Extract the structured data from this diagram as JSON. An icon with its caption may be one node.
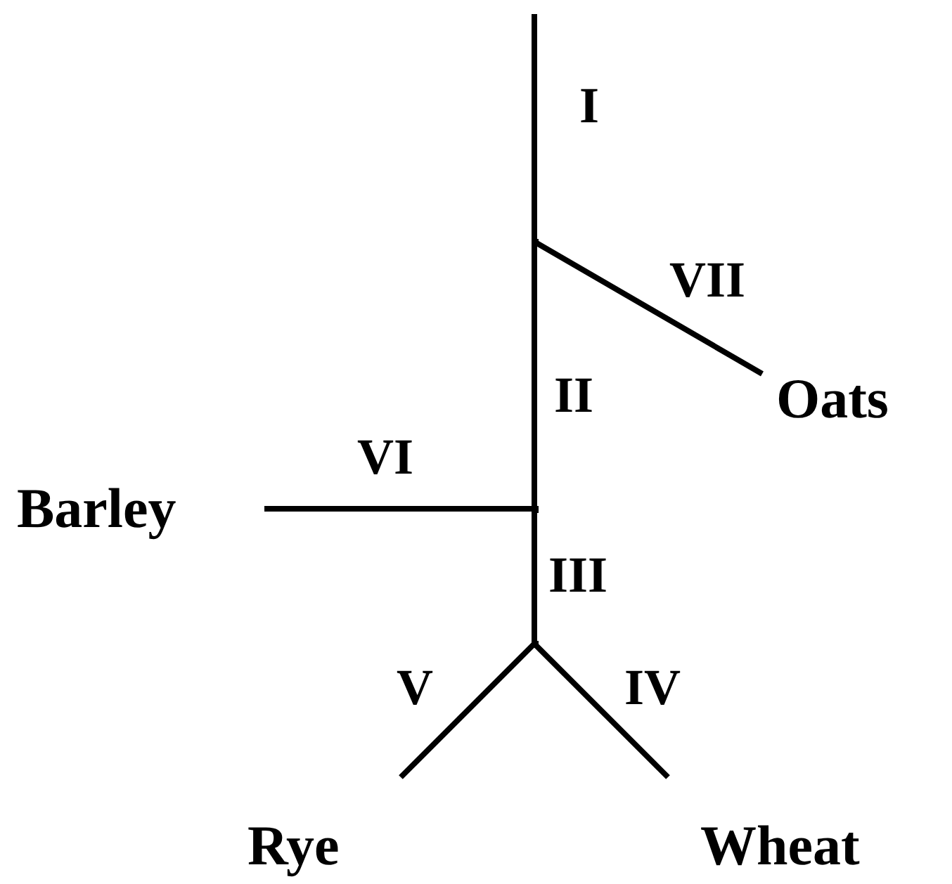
{
  "diagram": {
    "nodes": [
      {
        "text": [],
        "shape": "point"
      },
      {
        "text": [
          "Oats"
        ]
      },
      {
        "text": [
          "Barley"
        ]
      },
      {
        "text": [],
        "shape": "point"
      },
      {
        "text": [],
        "shape": "point"
      },
      {
        "text": [
          "Rye"
        ]
      },
      {
        "text": [
          "Wheat"
        ]
      }
    ],
    "edges": [
      {
        "from": null,
        "to": 0,
        "arrow": "none",
        "label": "I"
      },
      {
        "from": 0,
        "to": 1,
        "arrow": "none",
        "label": "VII"
      },
      {
        "from": 0,
        "to": 3,
        "arrow": "none",
        "label": "II"
      },
      {
        "from": 3,
        "to": 2,
        "arrow": "none",
        "label": "VI"
      },
      {
        "from": 3,
        "to": 4,
        "arrow": "none",
        "label": "III"
      },
      {
        "from": 4,
        "to": 6,
        "arrow": "none",
        "label": "IV"
      },
      {
        "from": 4,
        "to": 5,
        "arrow": "none",
        "label": "V"
      }
    ]
  }
}
